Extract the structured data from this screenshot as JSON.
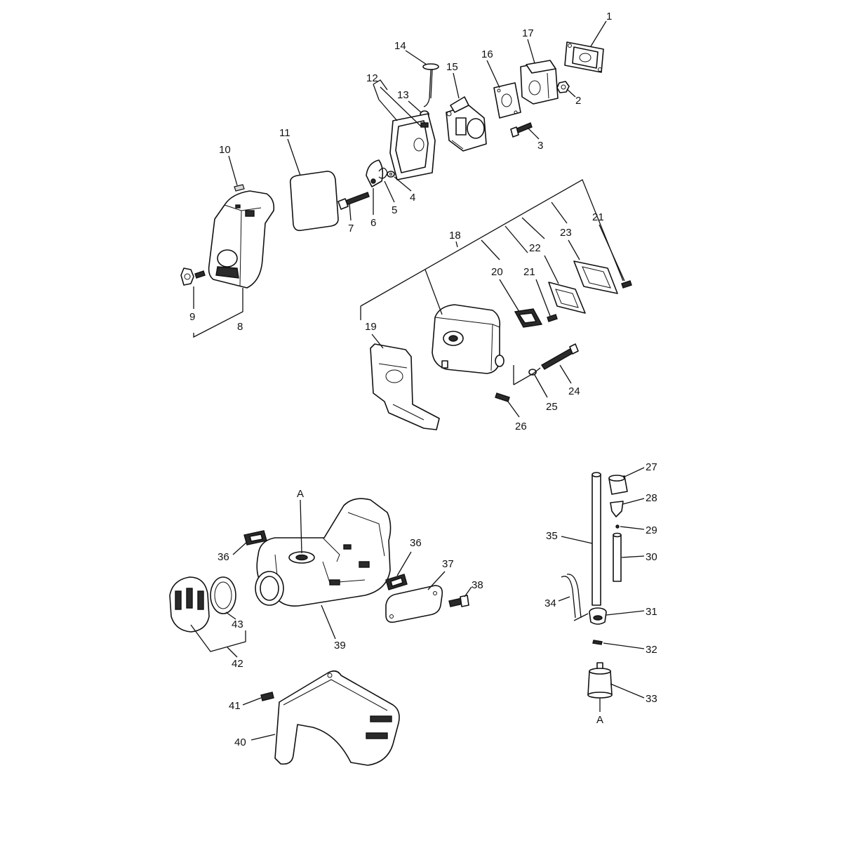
{
  "callouts": [
    {
      "id": "1",
      "text": "1"
    },
    {
      "id": "2",
      "text": "2"
    },
    {
      "id": "3",
      "text": "3"
    },
    {
      "id": "4",
      "text": "4"
    },
    {
      "id": "5",
      "text": "5"
    },
    {
      "id": "6",
      "text": "6"
    },
    {
      "id": "7",
      "text": "7"
    },
    {
      "id": "8",
      "text": "8"
    },
    {
      "id": "9",
      "text": "9"
    },
    {
      "id": "10",
      "text": "10"
    },
    {
      "id": "11",
      "text": "11"
    },
    {
      "id": "12",
      "text": "12"
    },
    {
      "id": "13",
      "text": "13"
    },
    {
      "id": "14",
      "text": "14"
    },
    {
      "id": "15",
      "text": "15"
    },
    {
      "id": "16",
      "text": "16"
    },
    {
      "id": "17",
      "text": "17"
    },
    {
      "id": "18",
      "text": "18"
    },
    {
      "id": "19",
      "text": "19"
    },
    {
      "id": "20",
      "text": "20"
    },
    {
      "id": "21a",
      "text": "21"
    },
    {
      "id": "21b",
      "text": "21"
    },
    {
      "id": "22",
      "text": "22"
    },
    {
      "id": "23",
      "text": "23"
    },
    {
      "id": "24",
      "text": "24"
    },
    {
      "id": "25",
      "text": "25"
    },
    {
      "id": "26",
      "text": "26"
    },
    {
      "id": "27",
      "text": "27"
    },
    {
      "id": "28",
      "text": "28"
    },
    {
      "id": "29",
      "text": "29"
    },
    {
      "id": "30",
      "text": "30"
    },
    {
      "id": "31",
      "text": "31"
    },
    {
      "id": "32",
      "text": "32"
    },
    {
      "id": "33",
      "text": "33"
    },
    {
      "id": "34",
      "text": "34"
    },
    {
      "id": "35",
      "text": "35"
    },
    {
      "id": "36a",
      "text": "36"
    },
    {
      "id": "36b",
      "text": "36"
    },
    {
      "id": "37",
      "text": "37"
    },
    {
      "id": "38",
      "text": "38"
    },
    {
      "id": "39",
      "text": "39"
    },
    {
      "id": "40",
      "text": "40"
    },
    {
      "id": "41",
      "text": "41"
    },
    {
      "id": "42",
      "text": "42"
    },
    {
      "id": "43",
      "text": "43"
    }
  ],
  "connectors": {
    "tank_marker": "A",
    "filter_marker": "A"
  }
}
